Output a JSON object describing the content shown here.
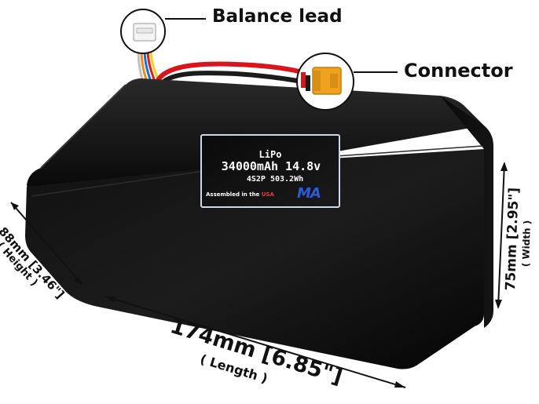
{
  "callouts": {
    "balance_lead": "Balance lead",
    "connector": "Connector"
  },
  "sticker": {
    "chemistry": "LiPo",
    "capacity_voltage": "34000mAh 14.8v",
    "config_energy": "4S2P 503.2Wh",
    "assembled": "Assembled in the ",
    "country": "USA",
    "brand": "MA"
  },
  "dimensions": {
    "length_value": "174mm [6.85\"]",
    "length_label": "( Length )",
    "height_value": "88mm [3.46\"]",
    "height_label": "( Height )",
    "width_value": "75mm [2.95\"]",
    "width_label": "( Width )"
  },
  "colors": {
    "battery_body": "#0b0b0b",
    "sticker_blue": "#2d5bd6",
    "connector_yellow": "#f0a21e",
    "wire_red": "#d8141c"
  }
}
